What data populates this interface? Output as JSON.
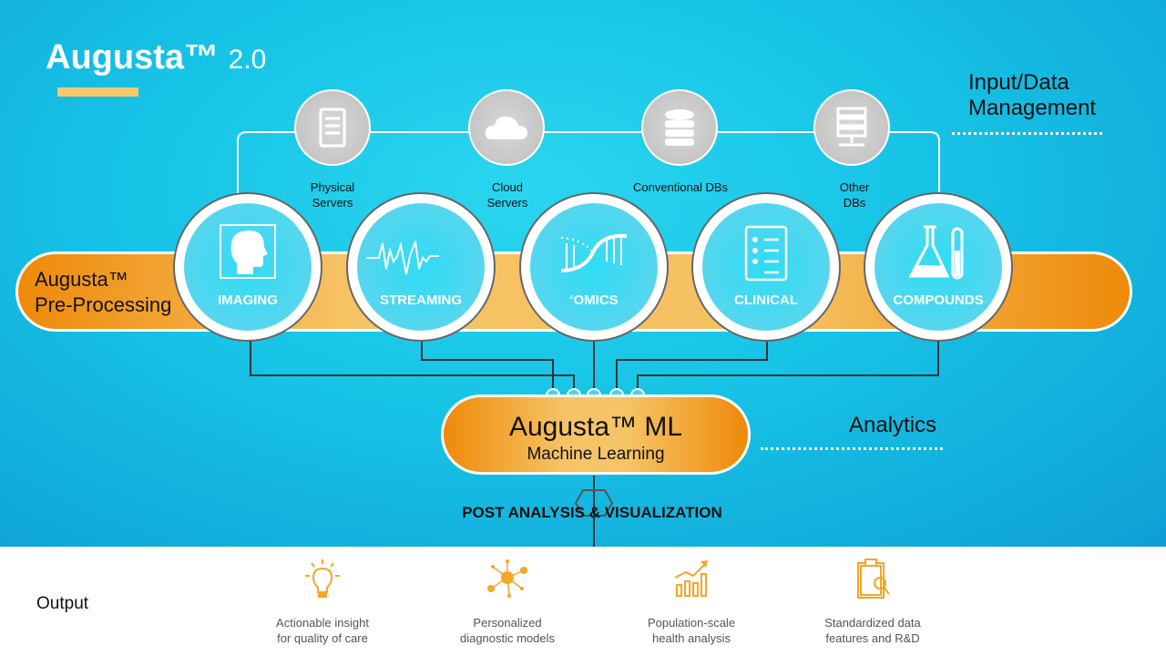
{
  "title": {
    "name": "Augusta™",
    "version": "2.0"
  },
  "sections": {
    "input": [
      "Input/Data",
      "Management"
    ],
    "analytics": "Analytics"
  },
  "sources": [
    {
      "label": [
        "Physical",
        "Servers"
      ],
      "icon": "server-rack-icon"
    },
    {
      "label": [
        "Cloud",
        "Servers"
      ],
      "icon": "cloud-icon"
    },
    {
      "label": [
        "Conventional DBs",
        ""
      ],
      "icon": "database-icon"
    },
    {
      "label": [
        "Other",
        "DBs"
      ],
      "icon": "network-server-icon"
    }
  ],
  "preprocessing": [
    "Augusta™",
    "Pre-Processing"
  ],
  "modules": [
    {
      "label": "IMAGING",
      "icon": "brain-head-icon"
    },
    {
      "label": "STREAMING",
      "icon": "waveform-icon"
    },
    {
      "label": "‘OMICS",
      "icon": "dna-icon"
    },
    {
      "label": "CLINICAL",
      "icon": "clipboard-icon"
    },
    {
      "label": "COMPOUNDS",
      "icon": "flask-icon"
    }
  ],
  "ml": {
    "title": "Augusta™ ML",
    "subtitle": "Machine Learning"
  },
  "post": "POST ANALYSIS & VISUALIZATION",
  "output": {
    "label": "Output",
    "items": [
      {
        "text": [
          "Actionable insight",
          "for quality of care"
        ],
        "icon": "lightbulb-icon"
      },
      {
        "text": [
          "Personalized",
          "diagnostic models"
        ],
        "icon": "network-node-icon"
      },
      {
        "text": [
          "Population-scale",
          "health analysis"
        ],
        "icon": "growth-chart-icon"
      },
      {
        "text": [
          "Standardized data",
          "features and R&D"
        ],
        "icon": "clipboard-search-icon"
      }
    ]
  },
  "colors": {
    "accent": "#f0900f",
    "cyan": "#17c3e6",
    "icon": "#f5a623"
  }
}
